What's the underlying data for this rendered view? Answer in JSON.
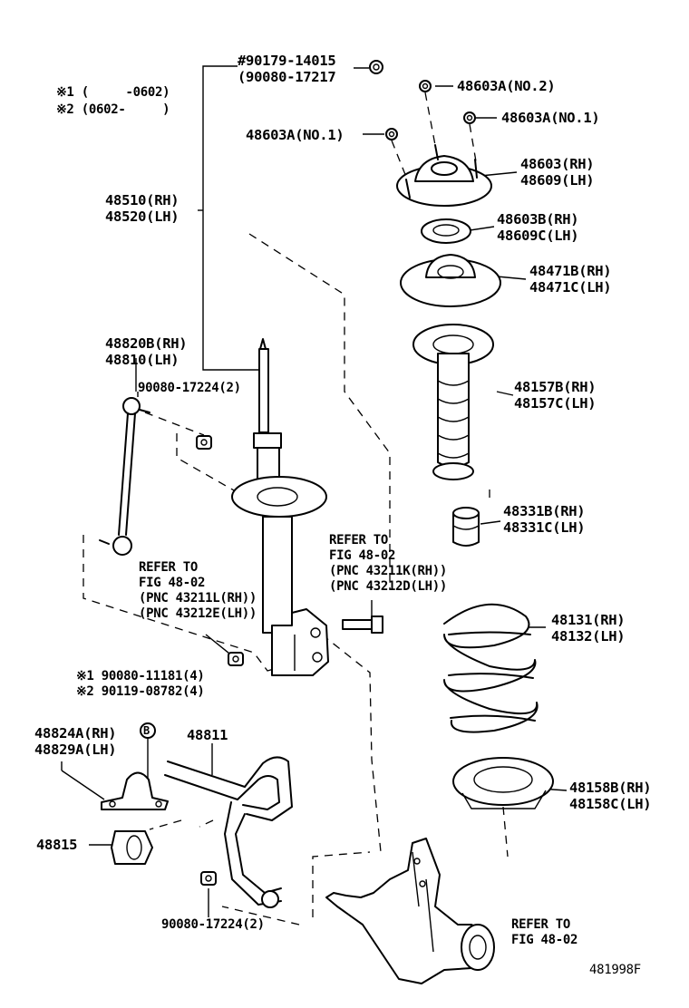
{
  "legend": {
    "row1_mark": "※1",
    "row1_range": "(     -0602)",
    "row2_mark": "※2",
    "row2_range": "(0602-     )"
  },
  "labels": {
    "nut_top_a": "#90179-14015",
    "nut_top_b": "(90080-17217",
    "p48603A_no2": "48603A(NO.2)",
    "p48603A_no1_right": "48603A(NO.1)",
    "p48603A_no1_left": "48603A(NO.1)",
    "p48603_rh": "48603(RH)",
    "p48609_lh": "48609(LH)",
    "p48510_rh": "48510(RH)",
    "p48520_lh": "48520(LH)",
    "p48603B_rh": "48603B(RH)",
    "p48609C_lh": "48609C(LH)",
    "p48471B_rh": "48471B(RH)",
    "p48471C_lh": "48471C(LH)",
    "p48820B_rh": "48820B(RH)",
    "p48810_lh": "48810(LH)",
    "nut_link_upper": "90080-17224(2)",
    "p48157B_rh": "48157B(RH)",
    "p48157C_lh": "48157C(LH)",
    "p48331B_rh": "48331B(RH)",
    "p48331C_lh": "48331C(LH)",
    "ref_right_1": "REFER TO",
    "ref_right_2": "FIG 48-02",
    "ref_right_3": "(PNC 43211K(RH))",
    "ref_right_4": "(PNC 43212D(LH))",
    "ref_left_1": "REFER TO",
    "ref_left_2": "FIG 48-02",
    "ref_left_3": "(PNC 43211L(RH))",
    "ref_left_4": "(PNC 43212E(LH))",
    "p48131_rh": "48131(RH)",
    "p48132_lh": "48132(LH)",
    "bolt_1": "※1 90080-11181(4)",
    "bolt_2": "※2 90119-08782(4)",
    "p48824A_rh": "48824A(RH)",
    "p48829A_lh": "48829A(LH)",
    "circle_b": "B",
    "p48811": "48811",
    "p48815": "48815",
    "p48158B_rh": "48158B(RH)",
    "p48158C_lh": "48158C(LH)",
    "nut_link_lower": "90080-17224(2)",
    "ref_bottom_1": "REFER TO",
    "ref_bottom_2": "FIG 48-02",
    "figure_code": "481998F"
  }
}
